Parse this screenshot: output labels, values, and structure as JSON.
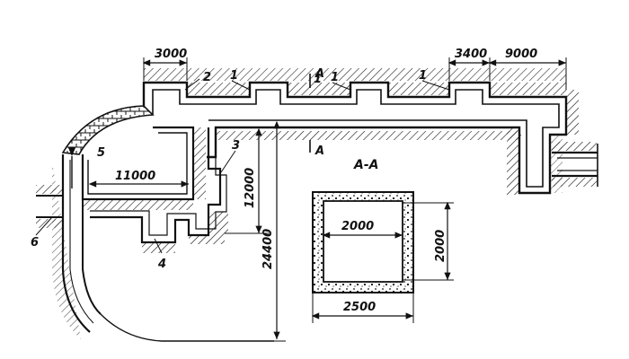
{
  "dimensions": {
    "d3000": "3000",
    "d3400": "3400",
    "d9000": "9000",
    "d11000": "11000",
    "d12000": "12000",
    "d24400": "24400",
    "d2000w": "2000",
    "d2000h": "2000",
    "d2500": "2500"
  },
  "labels": {
    "n1a": "1",
    "n1b": "1",
    "n1c": "1",
    "n1d": "1",
    "n2": "2",
    "n3": "3",
    "n4": "4",
    "n5": "5",
    "n6": "6"
  },
  "section": {
    "cut_top": "A",
    "cut_bottom": "A",
    "title": "А-А"
  },
  "colors": {
    "ink": "#111111",
    "paper": "#ffffff"
  }
}
